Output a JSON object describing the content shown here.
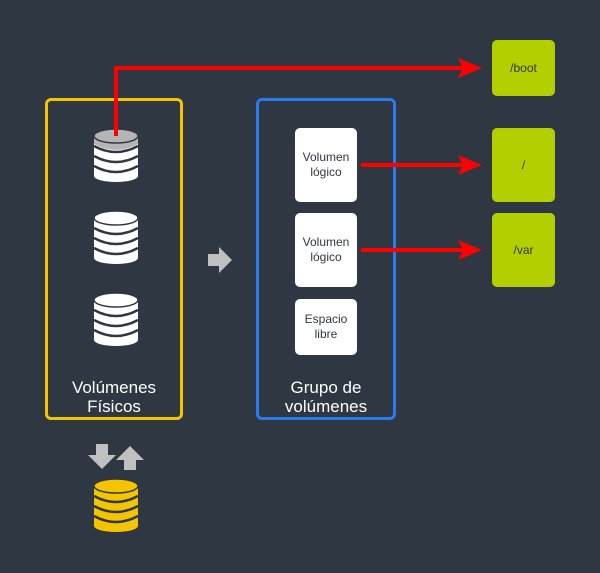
{
  "colors": {
    "background": "#2f3742",
    "physical_volumes_border": "#f5c400",
    "volume_group_border": "#2b7bf0",
    "logical_volume_fill": "#ffffff",
    "mount_point_fill": "#b3cf00",
    "arrow_red": "#ff0000",
    "arrow_gray": "#c0c0c0",
    "disk_white": "#ffffff",
    "disk_gray_top": "#b5b5b5",
    "disk_yellow": "#f5c400"
  },
  "physical_volumes": {
    "label_line1": "Volúmenes",
    "label_line2": "Físicos",
    "disks": [
      {
        "icon": "database-icon",
        "highlighted_top": true
      },
      {
        "icon": "database-icon",
        "highlighted_top": false
      },
      {
        "icon": "database-icon",
        "highlighted_top": false
      }
    ]
  },
  "volume_group": {
    "label_line1": "Grupo de",
    "label_line2": "volúmenes",
    "items": [
      {
        "line1": "Volumen",
        "line2": "lógico"
      },
      {
        "line1": "Volumen",
        "line2": "lógico"
      },
      {
        "line1": "Espacio",
        "line2": "libre"
      }
    ]
  },
  "mount_points": [
    {
      "label": "/boot"
    },
    {
      "label": "/"
    },
    {
      "label": "/var"
    }
  ],
  "extra_disk": {
    "icon": "database-icon",
    "arrows": [
      "arrow-down-icon",
      "arrow-up-icon"
    ]
  }
}
